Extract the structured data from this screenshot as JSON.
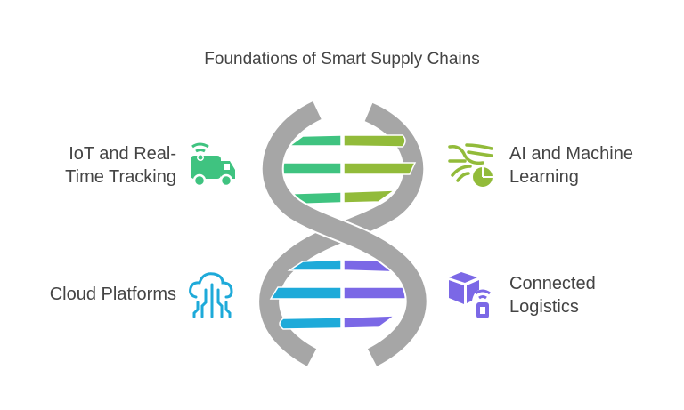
{
  "title": "Foundations of Smart Supply Chains",
  "items": [
    {
      "label_line1": "IoT and Real-",
      "label_line2": "Time Tracking",
      "icon": "truck-wifi-icon",
      "color": "#3fc380"
    },
    {
      "label_line1": "AI and Machine",
      "label_line2": "Learning",
      "icon": "ai-wind-chart-icon",
      "color": "#92bb3a"
    },
    {
      "label_line1": "Cloud Platforms",
      "label_line2": "",
      "icon": "cloud-circuit-icon",
      "color": "#1eaad9"
    },
    {
      "label_line1": "Connected",
      "label_line2": "Logistics",
      "icon": "box-signal-icon",
      "color": "#7b68e6"
    }
  ],
  "colors": {
    "strand": "#a6a6a6",
    "text": "#444444"
  }
}
